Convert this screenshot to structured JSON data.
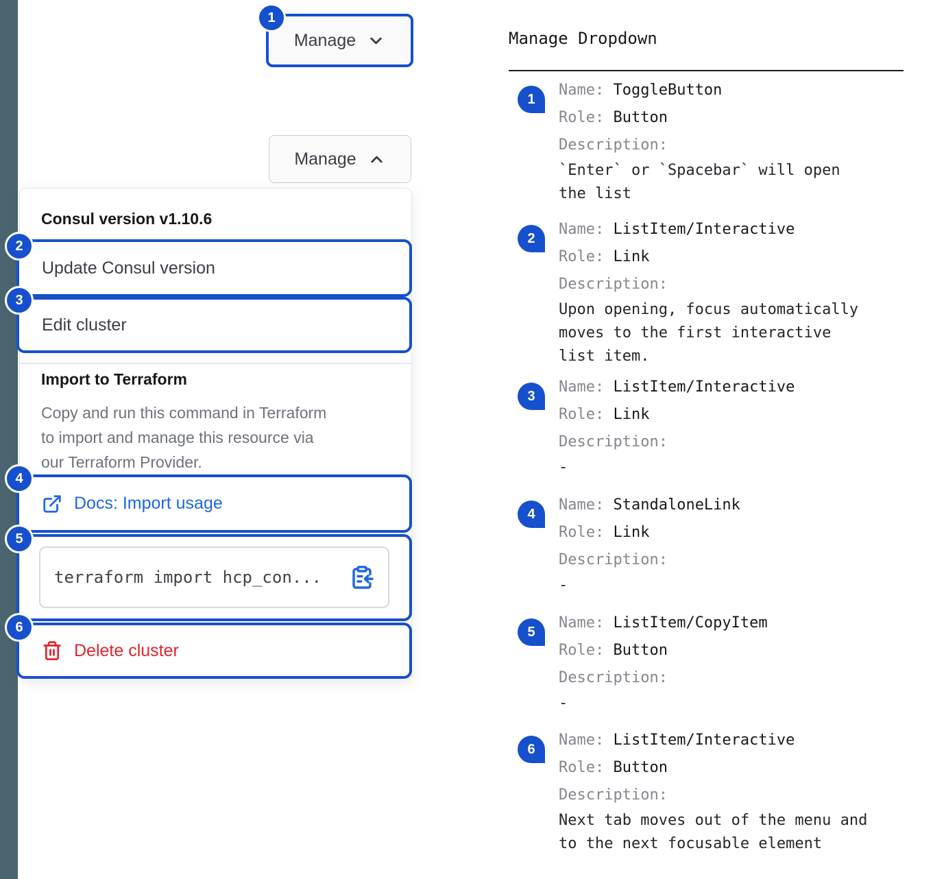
{
  "colors": {
    "annotation_blue": "#1750cd",
    "link_blue": "#1f66e6",
    "danger_red": "#e1232d",
    "sidebar_strip": "#4a6570",
    "text_dark": "#3b3e45",
    "heading_dark": "#17181b",
    "muted_gray": "#6e727b",
    "label_gray": "#84878d"
  },
  "stage": {
    "toggle_closed": {
      "badge": "1",
      "label": "Manage"
    },
    "toggle_open": {
      "label": "Manage"
    },
    "menu": {
      "version_header": "Consul version v1.10.6",
      "update_item": {
        "badge": "2",
        "label": "Update Consul version"
      },
      "edit_item": {
        "badge": "3",
        "label": "Edit cluster"
      },
      "tf_title": "Import to Terraform",
      "tf_description_lines": "Copy and run this command in Terraform\nto import and manage this resource via\nour Terraform Provider.",
      "docs_link": {
        "badge": "4",
        "label": "Docs: Import usage"
      },
      "copy_item": {
        "badge": "5",
        "code": "terraform import hcp_con..."
      },
      "delete_item": {
        "badge": "6",
        "label": "Delete cluster"
      }
    }
  },
  "annotations": {
    "title": "Manage Dropdown",
    "labels": {
      "name": "Name: ",
      "role": "Role: ",
      "description": "Description:"
    },
    "entries": [
      {
        "num": "1",
        "name": "ToggleButton",
        "role": "Button",
        "description": "`Enter` or `Spacebar` will open\nthe list"
      },
      {
        "num": "2",
        "name": "ListItem/Interactive",
        "role": "Link",
        "description": "Upon opening, focus automatically\nmoves to the first interactive\nlist item."
      },
      {
        "num": "3",
        "name": "ListItem/Interactive",
        "role": "Link",
        "description": "-"
      },
      {
        "num": "4",
        "name": "StandaloneLink",
        "role": "Link",
        "description": "-"
      },
      {
        "num": "5",
        "name": "ListItem/CopyItem",
        "role": "Button",
        "description": "-"
      },
      {
        "num": "6",
        "name": "ListItem/Interactive",
        "role": "Button",
        "description": "Next tab moves out of the menu and\nto the next focusable element"
      }
    ]
  }
}
